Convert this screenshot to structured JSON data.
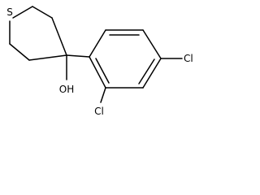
{
  "molecule": {
    "atom_labels": {
      "sulfur": "S",
      "hydroxyl": "OH",
      "chlorine_para": "Cl",
      "chlorine_ortho": "Cl"
    }
  },
  "colors": {
    "bond": "#000000",
    "label": "#000000",
    "background": "#ffffff"
  }
}
